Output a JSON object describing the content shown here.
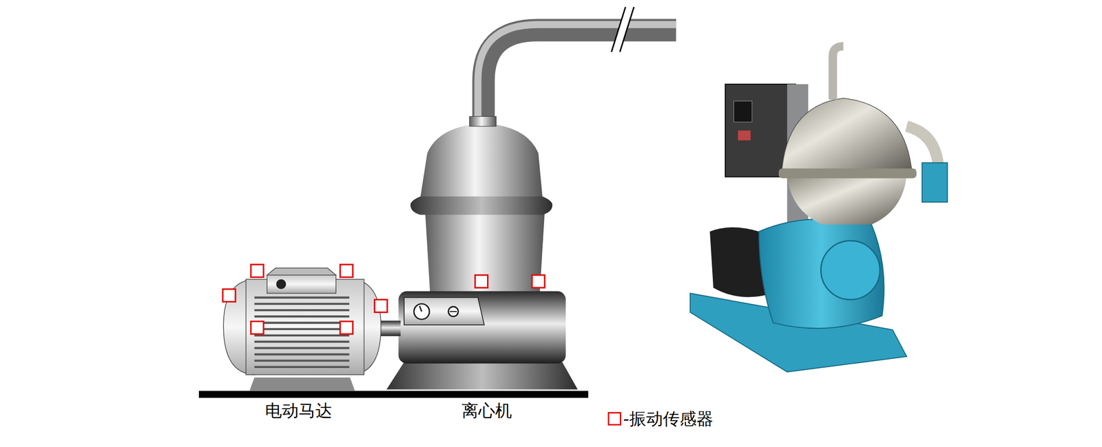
{
  "diagram": {
    "labels": [
      "电动马达",
      "离心机"
    ],
    "legend": [
      {
        "text": "-振动传感器"
      }
    ]
  }
}
